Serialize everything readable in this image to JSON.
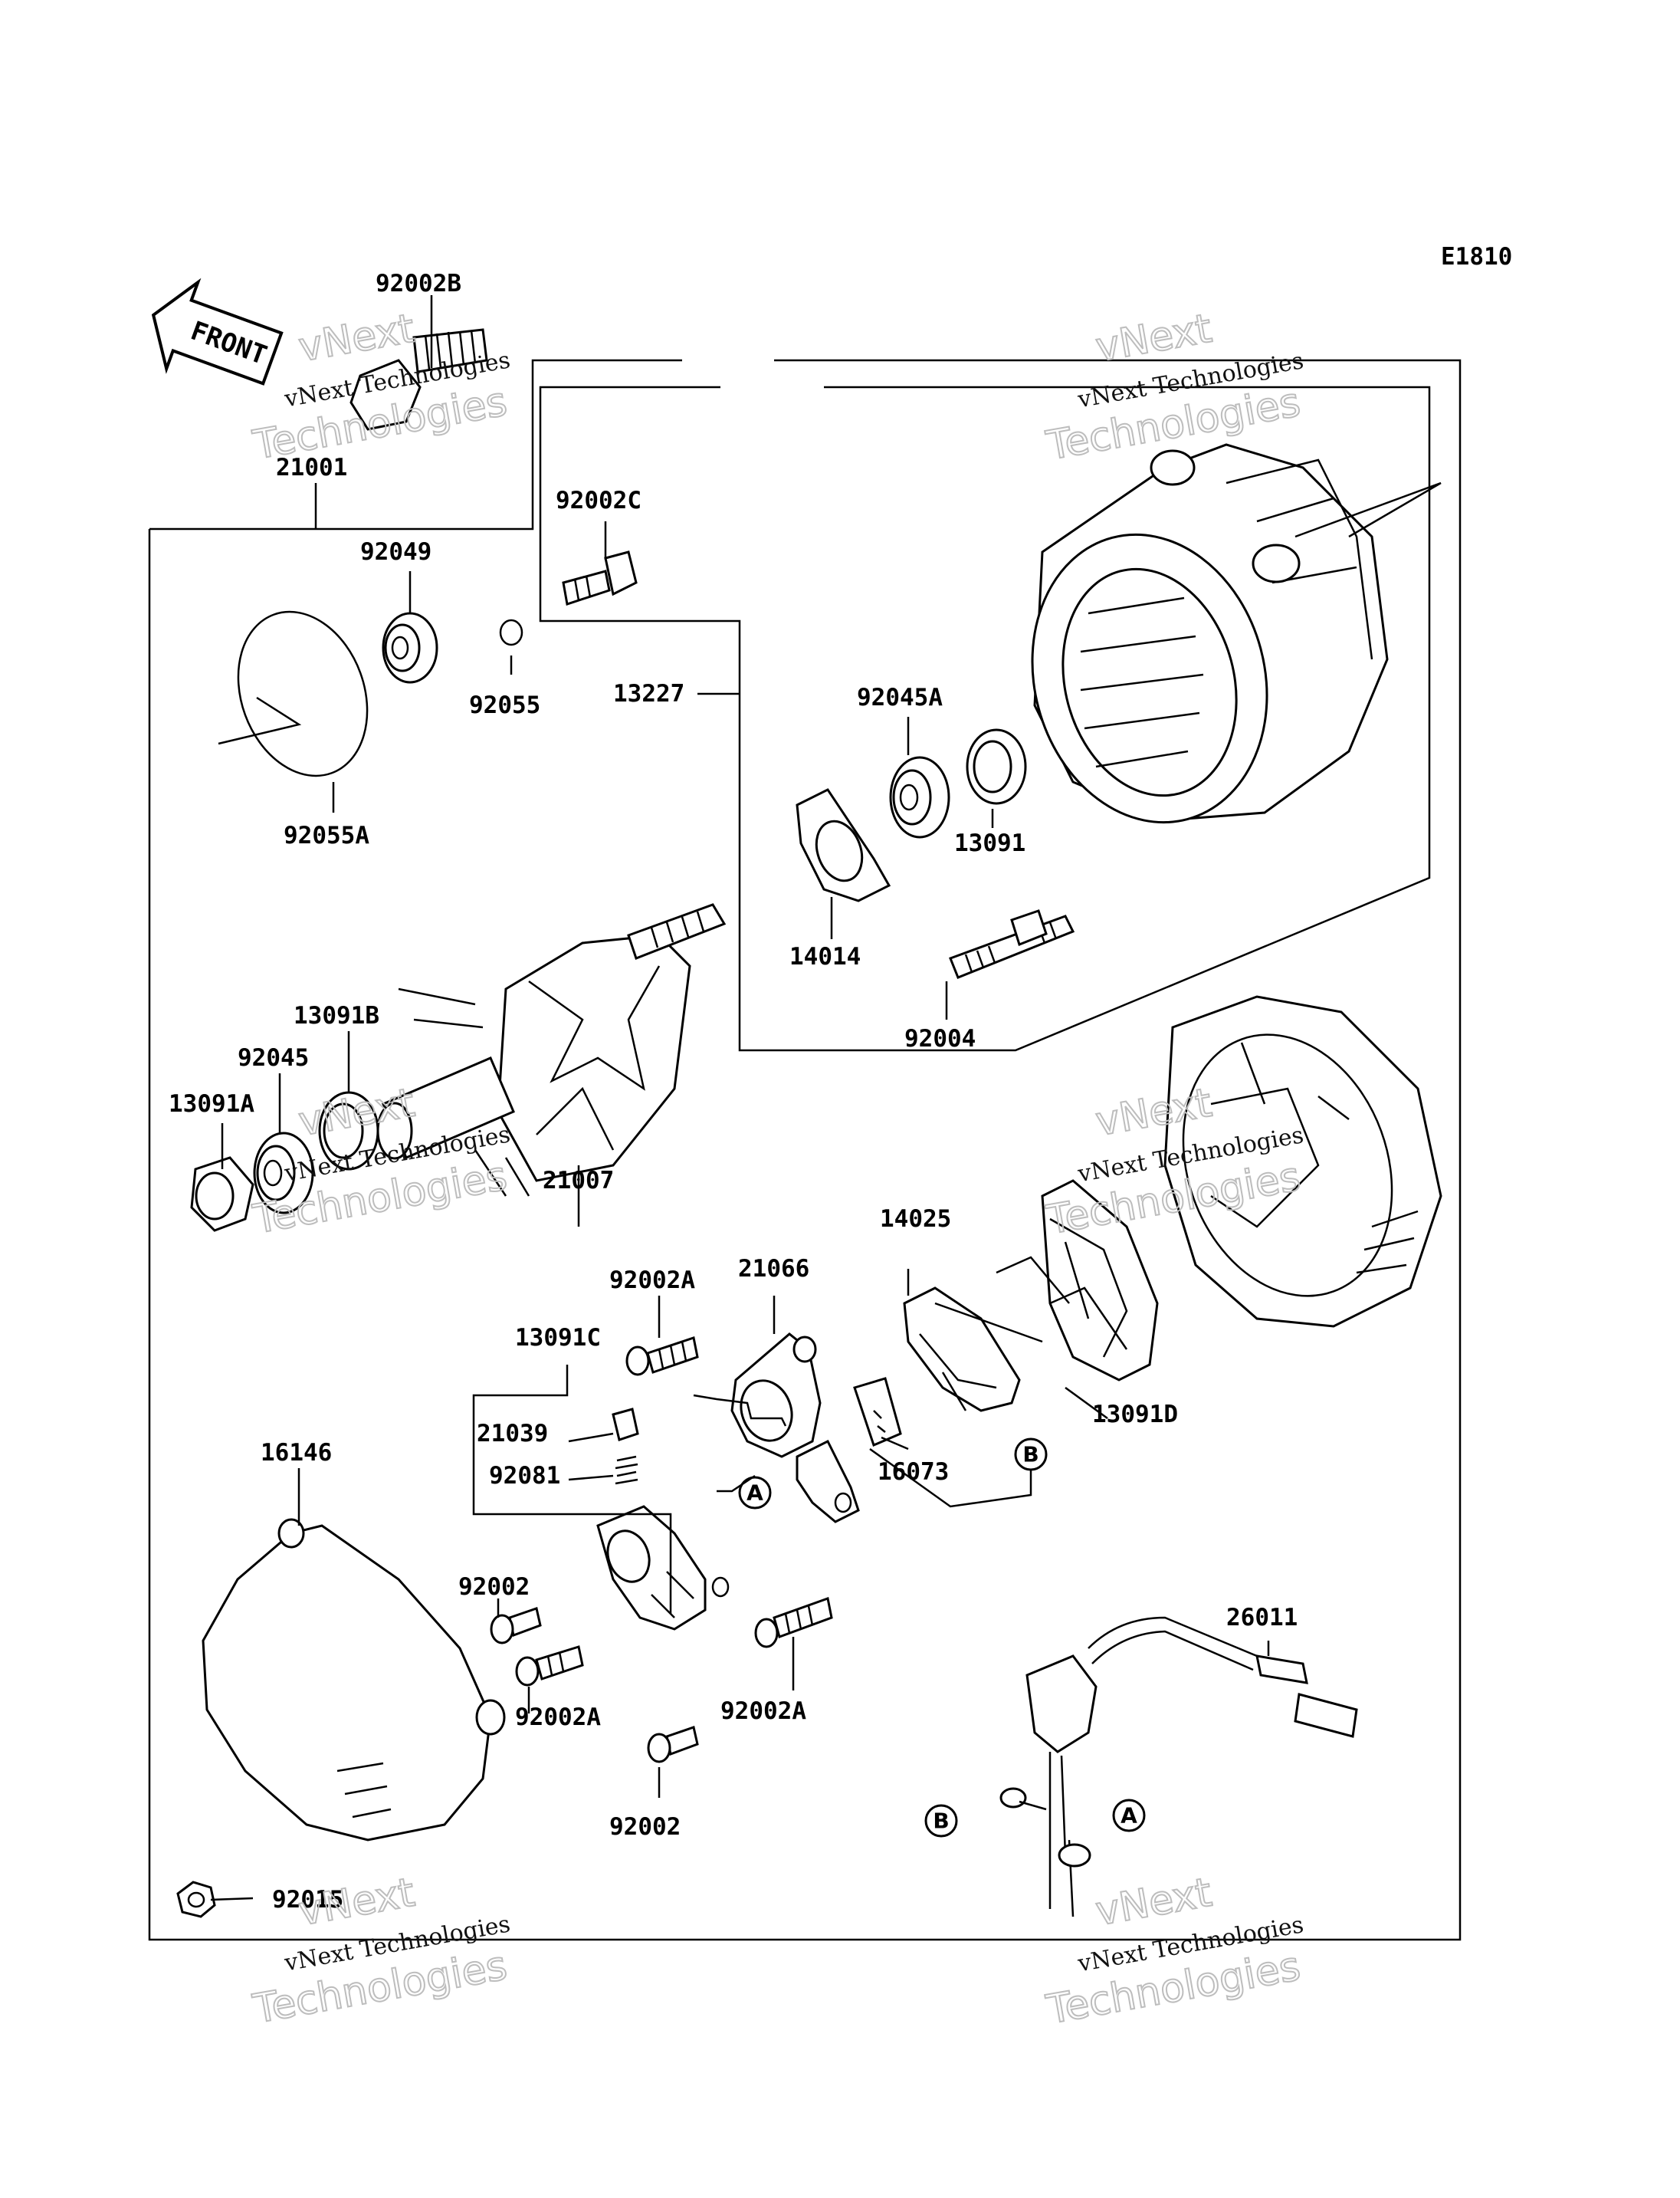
{
  "diagram_code": "E1810",
  "front_label": "FRONT",
  "watermark": {
    "line1": "vNext",
    "line2": "vNext Technologies",
    "line3": "Technologies"
  },
  "parts": {
    "p92002B": "92002B",
    "p21001": "21001",
    "p92002C": "92002C",
    "p92049": "92049",
    "p92055": "92055",
    "p92055A": "92055A",
    "p13227": "13227",
    "p92045A": "92045A",
    "p13091": "13091",
    "p14014": "14014",
    "p92004": "92004",
    "p13091B": "13091B",
    "p92045": "92045",
    "p13091A": "13091A",
    "p21007": "21007",
    "p14025": "14025",
    "p21066": "21066",
    "p92002A_1": "92002A",
    "p13091C": "13091C",
    "p21039": "21039",
    "p92081": "92081",
    "p16073": "16073",
    "p13091D": "13091D",
    "p16146": "16146",
    "p92002_1": "92002",
    "p92002A_2": "92002A",
    "p92002A_3": "92002A",
    "p92002_2": "92002",
    "p92015": "92015",
    "p26011": "26011"
  },
  "connectors": {
    "a": "A",
    "b": "B"
  }
}
